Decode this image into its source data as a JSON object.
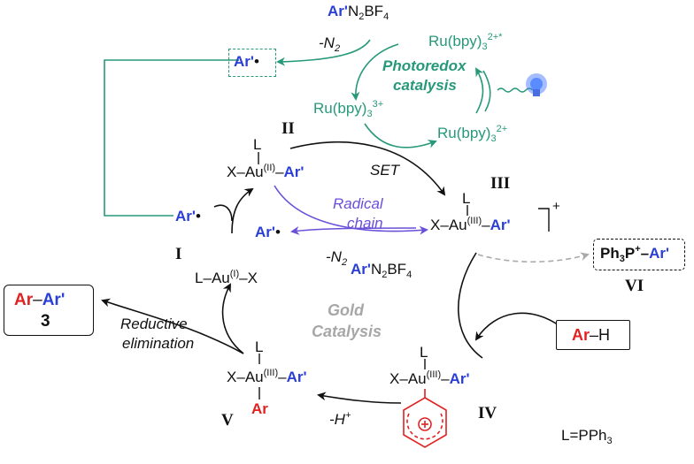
{
  "intermediates": {
    "I": "I",
    "II": "II",
    "III": "III",
    "IV": "IV",
    "V": "V",
    "VI": "VI"
  },
  "reagents": {
    "aryl_prefix": "Ar'",
    "diazonium_suffix": "N",
    "diazonium_sub2": "2",
    "diazonium_tail": "BF",
    "diazonium_sub4": "4",
    "loss_n2_minus": "-N",
    "loss_n2_sub": "2",
    "aryl_radical": "Ar'",
    "radical_dot": "•",
    "arene_ar": "Ar",
    "arene_h": "H",
    "minus_h_plus": "-H",
    "plus": "+"
  },
  "photoredox": {
    "excited": "Ru(bpy)",
    "excited_sub": "3",
    "excited_sup": "2+*",
    "oxidized": "Ru(bpy)",
    "oxidized_sub": "3",
    "oxidized_sup": "3+",
    "ground": "Ru(bpy)",
    "ground_sub": "3",
    "ground_sup": "2+",
    "label_line1": "Photoredox",
    "label_line2": "catalysis"
  },
  "gold": {
    "label_line1": "Gold",
    "label_line2": "Catalysis",
    "L": "L",
    "X": "X",
    "Au": "Au",
    "ox1": "(I)",
    "ox2": "(II)",
    "ox3": "(III)",
    "dash": "–"
  },
  "radical_chain": {
    "line1": "Radical",
    "line2": "chain"
  },
  "steps": {
    "set": "SET",
    "reductive_line1": "Reductive",
    "reductive_line2": "elimination"
  },
  "product": {
    "ar": "Ar",
    "dash": "–",
    "ar2": "Ar'",
    "number": "3"
  },
  "phosphonium": {
    "ph": "Ph",
    "sub3": "3",
    "p": "P",
    "plus": "+",
    "dash": "–",
    "ar": "Ar'"
  },
  "legend": {
    "ligand": "L=PPh",
    "ligand_sub": "3"
  },
  "colors": {
    "blue": "#2a3fd6",
    "red": "#e02222",
    "green": "#27997a",
    "purple": "#6a4fd8",
    "gray": "#a7a7a7"
  }
}
